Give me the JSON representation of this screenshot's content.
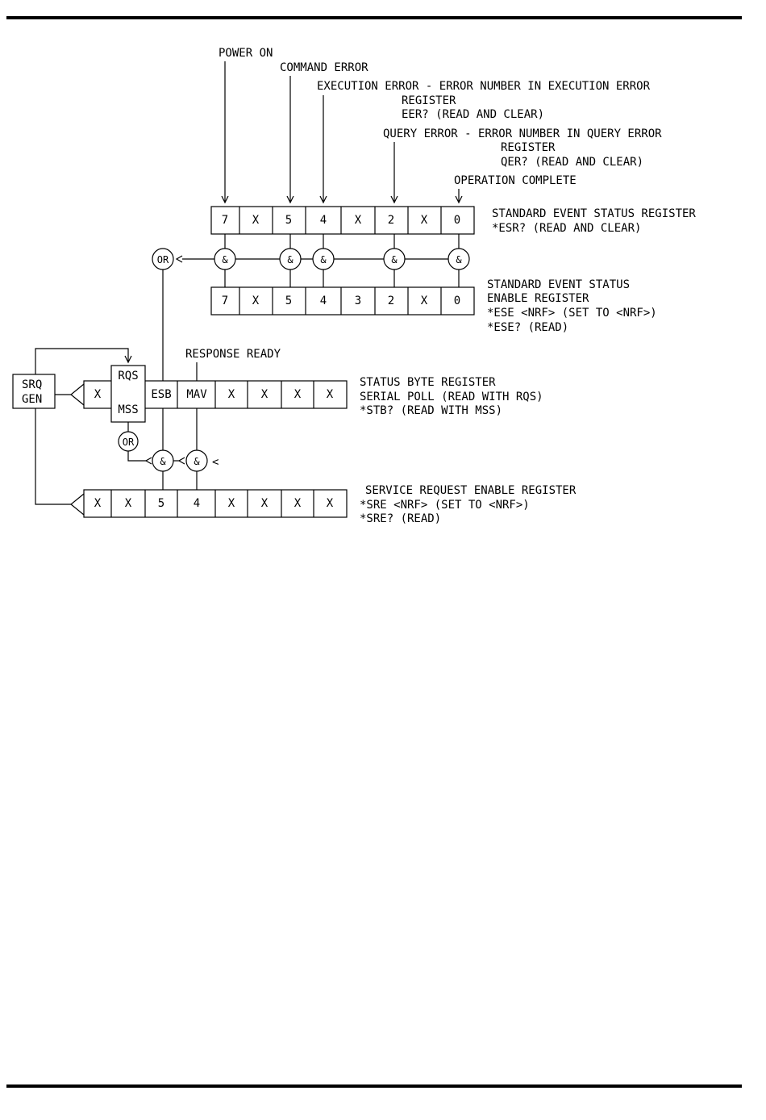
{
  "annotations": {
    "power_on": "POWER ON",
    "command_error": "COMMAND ERROR",
    "execution_error": [
      "EXECUTION ERROR - ERROR NUMBER IN EXECUTION ERROR",
      "REGISTER",
      "EER? (READ AND CLEAR)"
    ],
    "query_error": [
      "QUERY ERROR - ERROR NUMBER IN QUERY ERROR",
      "REGISTER",
      "QER? (READ AND CLEAR)"
    ],
    "operation_complete": "OPERATION COMPLETE",
    "response_ready": "RESPONSE READY"
  },
  "registers": {
    "esr": {
      "cells": [
        "7",
        "X",
        "5",
        "4",
        "X",
        "2",
        "X",
        "0"
      ],
      "label": [
        "STANDARD EVENT STATUS REGISTER",
        "*ESR? (READ AND CLEAR)"
      ]
    },
    "ese": {
      "cells": [
        "7",
        "X",
        "5",
        "4",
        "3",
        "2",
        "X",
        "0"
      ],
      "label": [
        "STANDARD EVENT STATUS",
        "ENABLE REGISTER",
        "*ESE  <NRF> (SET TO <NRF>)",
        "*ESE? (READ)"
      ]
    },
    "stb": {
      "cells": [
        "X",
        "RQS",
        "MSS",
        "ESB",
        "MAV",
        "X",
        "X",
        "X",
        "X"
      ],
      "label": [
        "STATUS BYTE REGISTER",
        "SERIAL POLL (READ WITH RQS)",
        "*STB? (READ WITH MSS)"
      ]
    },
    "sre": {
      "cells": [
        "X",
        "X",
        "5",
        "4",
        "X",
        "X",
        "X",
        "X"
      ],
      "label": [
        "SERVICE REQUEST ENABLE REGISTER",
        "*SRE <NRF> (SET TO <NRF>)",
        "*SRE? (READ)"
      ]
    }
  },
  "srq_gen": [
    "SRQ",
    "GEN"
  ],
  "gates": {
    "and": "&",
    "or": "OR",
    "chevron": "<"
  }
}
